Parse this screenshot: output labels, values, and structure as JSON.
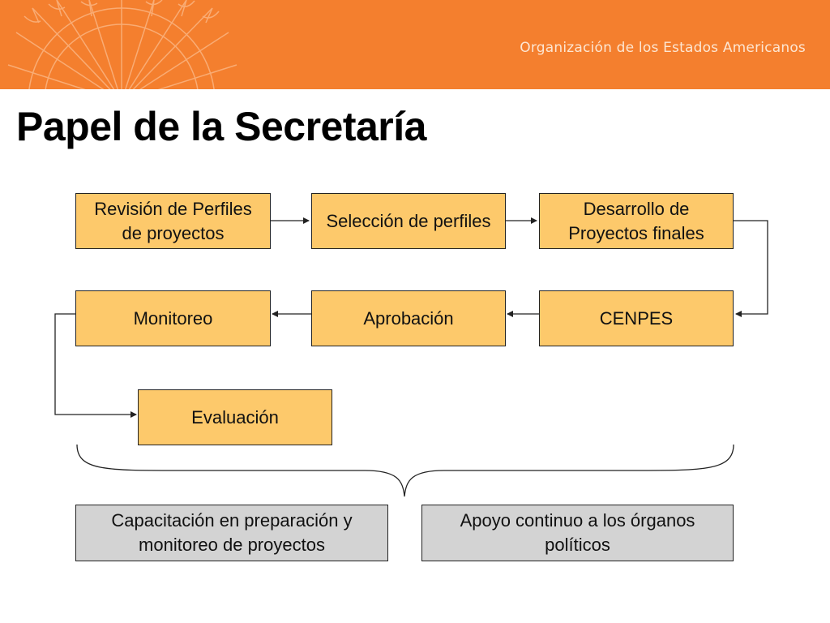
{
  "header": {
    "organization": "Organización de los Estados Americanos",
    "banner_color": "#f47f2e",
    "emblem": "oas-feather-emblem-icon"
  },
  "title": "Papel de la Secretaría",
  "process": {
    "box_color": "#fdc96b",
    "steps": [
      {
        "label": "Revisión de Perfiles\nde proyectos"
      },
      {
        "label": "Selección de perfiles"
      },
      {
        "label": "Desarrollo de\nProyectos finales"
      },
      {
        "label": "CENPES"
      },
      {
        "label": "Aprobación"
      },
      {
        "label": "Monitoreo"
      },
      {
        "label": "Evaluación"
      }
    ]
  },
  "support": {
    "box_color": "#d3d3d3",
    "items": [
      {
        "label": "Capacitación en preparación y\nmonitoreo de proyectos"
      },
      {
        "label": "Apoyo continuo a los órganos\npolíticos"
      }
    ]
  }
}
